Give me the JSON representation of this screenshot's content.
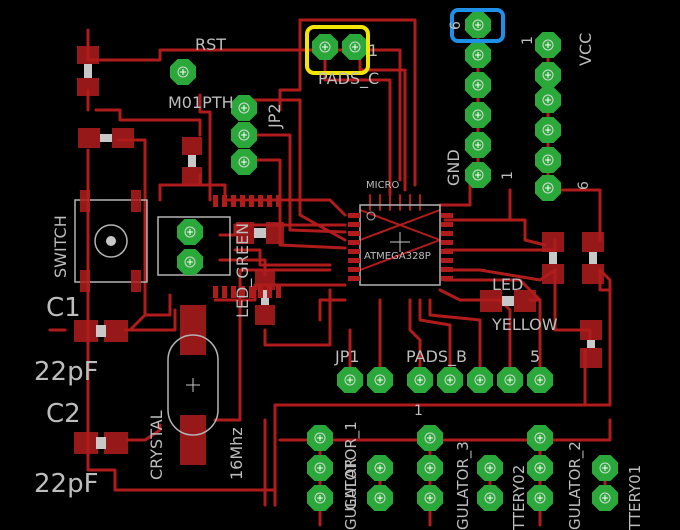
{
  "labels": {
    "rst": "RST",
    "pin1_top": "1",
    "pads_c": "PADS_C",
    "m01pth": "M01PTH",
    "jp2": "JP2",
    "micro": "MICRO",
    "gnd": "GND",
    "vcc": "VCC",
    "pin6": "6",
    "pin1_right": "1",
    "pin6_right": "6",
    "pin1_gnd": "1",
    "switch": "SWITCH",
    "c1": "C1",
    "pf1": "22pF",
    "c2": "C2",
    "pf2": "22pF",
    "led_green": "LED_GREEN",
    "atmega": "ATMEGA328P",
    "led_y": "LED",
    "yellow": "YELLOW",
    "jp1": "JP1",
    "pads_b": "PADS_B",
    "pin1_b": "1",
    "pin5_b": "5",
    "crystal": "CRYSTAL",
    "mhz": "16Mhz",
    "reg1": "GULATOR_1",
    "reg3": "GULATOR_3",
    "reg2": "GULATOR_2",
    "reg_bottom": "GULATOR",
    "battery02": "TTERY02",
    "battery01": "TTERY01"
  },
  "highlights": {
    "yellow_box": "#f2e600",
    "blue_box": "#1e90e8"
  },
  "colors": {
    "trace": "#b01c1c",
    "pad": "#2aa83a",
    "silk": "#b4b4b4"
  }
}
